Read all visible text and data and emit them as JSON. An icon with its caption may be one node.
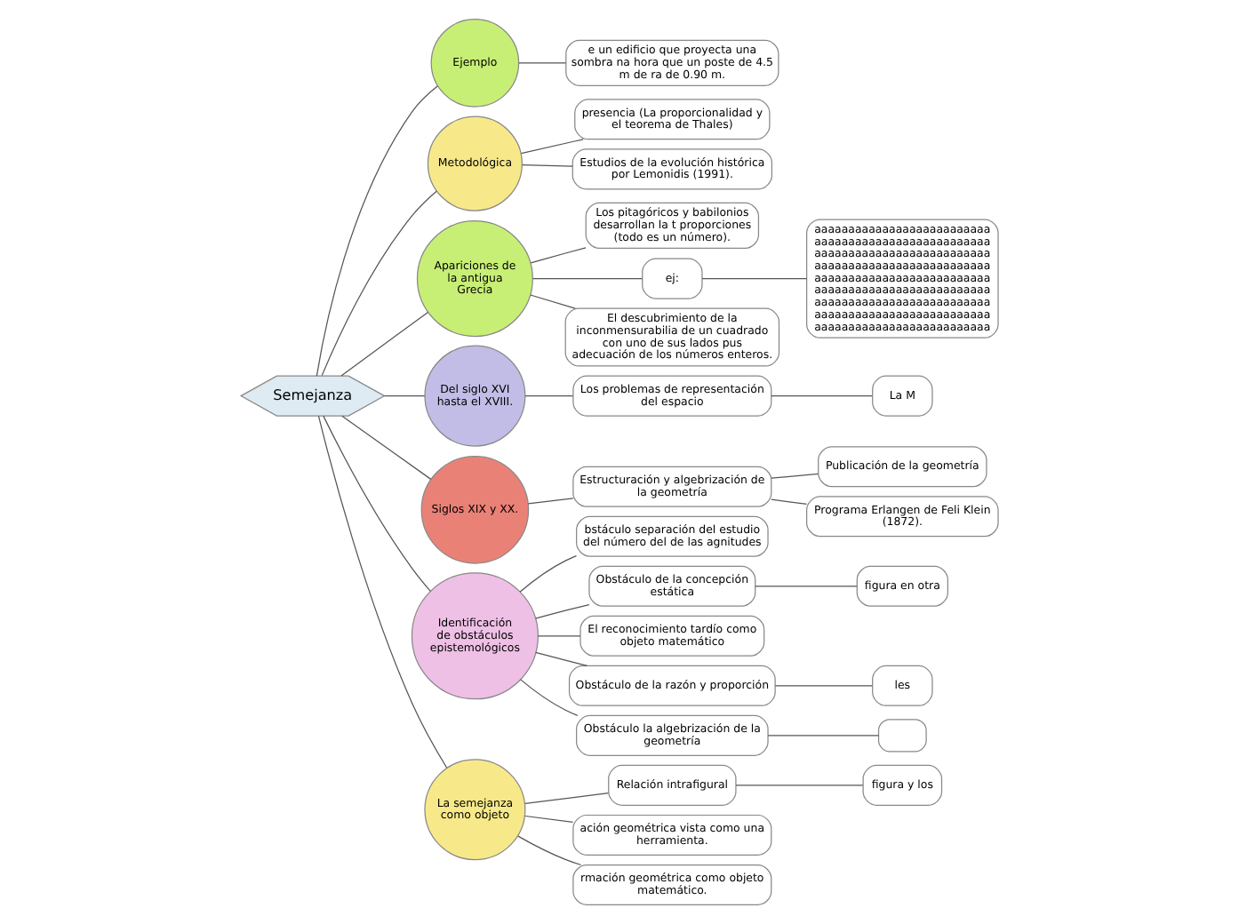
{
  "diagram": {
    "nodes": [
      {
        "text": [
          "Semejanza"
        ]
      },
      {
        "text": [
          "Ejemplo"
        ]
      },
      {
        "text": [
          "e un edificio que proyecta una sombra na hora que un poste de 4.5 m de ra de 0.90 m."
        ]
      },
      {
        "text": [
          "Metodológica"
        ]
      },
      {
        "text": [
          "presencia (La proporcionalidad y el teorema de Thales)"
        ]
      },
      {
        "text": [
          "Estudios de la evolución histórica por Lemonidis (1991)."
        ]
      },
      {
        "text": [
          "Apariciones de la antigua Grecia"
        ]
      },
      {
        "text": [
          "Los pitagóricos y babilonios desarrollan la t proporciones (todo es un número)."
        ]
      },
      {
        "text": [
          "ej:"
        ]
      },
      {
        "text": [
          "aaaaaaaaaaaaaaaaaaaaaaaaaa aaaaaaaaaaaaaaaaaaaaaaaaaa aaaaaaaaaaaaaaaaaaaaaaaaaa aaaaaaaaaaaaaaaaaaaaaaaaaa aaaaaaaaaaaaaaaaaaaaaaaaaa aaaaaaaaaaaaaaaaaaaaaaaaaa aaaaaaaaaaaaaaaaaaaaaaaaaa aaaaaaaaaaaaaaaaaaaaaaaaaa aaaaaaaaaaaaaaaaaaaaaaaaaa"
        ]
      },
      {
        "text": [
          "El descubrimiento de la inconmensurabilia de un cuadrado con uno de sus lados pus adecuación de los números enteros."
        ]
      },
      {
        "text": [
          "Del siglo XVI hasta el XVIII."
        ]
      },
      {
        "text": [
          "Los problemas de representación del espacio"
        ]
      },
      {
        "text": [
          "La M"
        ]
      },
      {
        "text": [
          "Siglos XIX y XX."
        ]
      },
      {
        "text": [
          "Estructuración y algebrización de la geometría"
        ]
      },
      {
        "text": [
          "Publicación de la geometría"
        ]
      },
      {
        "text": [
          "Programa Erlangen de Feli Klein (1872)."
        ]
      },
      {
        "text": [
          "Identificación de obstáculos epistemológicos"
        ]
      },
      {
        "text": [
          "bstáculo separación del estudio del número del de las agnitudes"
        ]
      },
      {
        "text": [
          "Obstáculo de la concepción estática"
        ]
      },
      {
        "text": [
          "figura en otra"
        ]
      },
      {
        "text": [
          "El reconocimiento tardío como objeto matemático"
        ]
      },
      {
        "text": [
          "Obstáculo de la razón y proporción"
        ]
      },
      {
        "text": [
          "les"
        ]
      },
      {
        "text": [
          "Obstáculo la algebrización de la geometría"
        ]
      },
      {
        "text": [],
        "shape": "box"
      },
      {
        "text": [
          "La semejanza como objeto"
        ]
      },
      {
        "text": [
          "Relación intrafigural"
        ]
      },
      {
        "text": [
          "figura y los"
        ]
      },
      {
        "text": [
          "ación geométrica vista como una herramienta."
        ]
      },
      {
        "text": [
          "rmación geométrica como objeto matemático."
        ]
      }
    ],
    "edges": [
      {
        "from": 0,
        "to": 1,
        "arrow": "none"
      },
      {
        "from": 1,
        "to": 2,
        "arrow": "none"
      },
      {
        "from": 0,
        "to": 3,
        "arrow": "none"
      },
      {
        "from": 3,
        "to": 4,
        "arrow": "none"
      },
      {
        "from": 3,
        "to": 5,
        "arrow": "none"
      },
      {
        "from": 0,
        "to": 6,
        "arrow": "none"
      },
      {
        "from": 6,
        "to": 7,
        "arrow": "none"
      },
      {
        "from": 6,
        "to": 8,
        "arrow": "none"
      },
      {
        "from": 8,
        "to": 9,
        "arrow": "none"
      },
      {
        "from": 6,
        "to": 10,
        "arrow": "none"
      },
      {
        "from": 0,
        "to": 11,
        "arrow": "none"
      },
      {
        "from": 11,
        "to": 12,
        "arrow": "none"
      },
      {
        "from": 12,
        "to": 13,
        "arrow": "none"
      },
      {
        "from": 0,
        "to": 14,
        "arrow": "none"
      },
      {
        "from": 14,
        "to": 15,
        "arrow": "none"
      },
      {
        "from": 15,
        "to": 16,
        "arrow": "none"
      },
      {
        "from": 15,
        "to": 17,
        "arrow": "none"
      },
      {
        "from": 0,
        "to": 18,
        "arrow": "none"
      },
      {
        "from": 18,
        "to": 19,
        "arrow": "none"
      },
      {
        "from": 18,
        "to": 20,
        "arrow": "none"
      },
      {
        "from": 20,
        "to": 21,
        "arrow": "none"
      },
      {
        "from": 18,
        "to": 22,
        "arrow": "none"
      },
      {
        "from": 18,
        "to": 23,
        "arrow": "none"
      },
      {
        "from": 23,
        "to": 24,
        "arrow": "none"
      },
      {
        "from": 18,
        "to": 25,
        "arrow": "none"
      },
      {
        "from": 25,
        "to": 26,
        "arrow": "none"
      },
      {
        "from": 0,
        "to": 27,
        "arrow": "none"
      },
      {
        "from": 27,
        "to": 28,
        "arrow": "none"
      },
      {
        "from": 28,
        "to": 29,
        "arrow": "none"
      },
      {
        "from": 27,
        "to": 30,
        "arrow": "none"
      },
      {
        "from": 27,
        "to": 31,
        "arrow": "none"
      }
    ]
  }
}
